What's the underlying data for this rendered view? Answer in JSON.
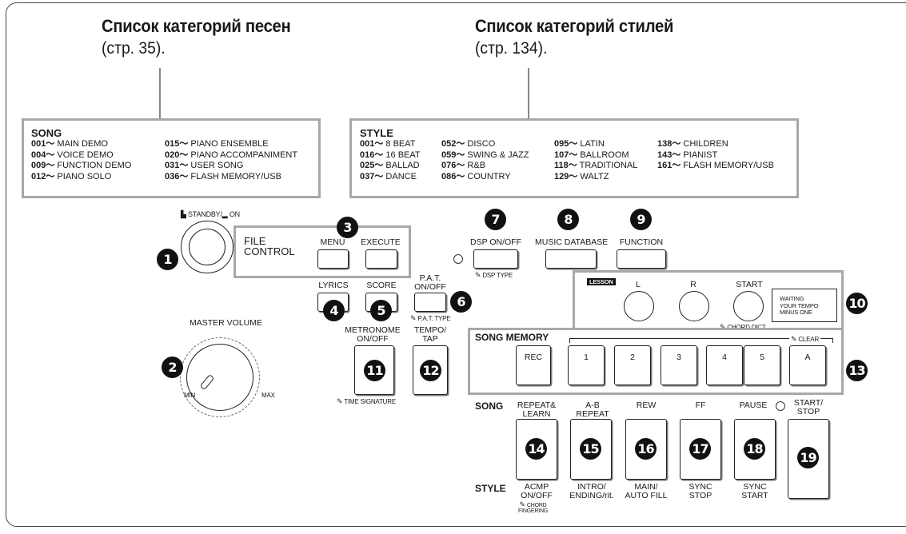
{
  "song_heading": "Список категорий песен",
  "song_heading_ref": "(стр. 35).",
  "style_heading": "Список категорий стилей",
  "style_heading_ref": "(стр. 134).",
  "song_list": {
    "title": "SONG",
    "items": [
      {
        "n": "001～",
        "t": "MAIN DEMO"
      },
      {
        "n": "004～",
        "t": "VOICE DEMO"
      },
      {
        "n": "009～",
        "t": "FUNCTION DEMO"
      },
      {
        "n": "012～",
        "t": "PIANO SOLO"
      },
      {
        "n": "015～",
        "t": "PIANO ENSEMBLE"
      },
      {
        "n": "020～",
        "t": "PIANO ACCOMPANIMENT"
      },
      {
        "n": "031～",
        "t": "USER SONG"
      },
      {
        "n": "036～",
        "t": "FLASH MEMORY/USB"
      }
    ]
  },
  "style_list": {
    "title": "STYLE",
    "items": [
      {
        "n": "001～",
        "t": "8 BEAT"
      },
      {
        "n": "016～",
        "t": "16 BEAT"
      },
      {
        "n": "025～",
        "t": "BALLAD"
      },
      {
        "n": "037～",
        "t": "DANCE"
      },
      {
        "n": "052～",
        "t": "DISCO"
      },
      {
        "n": "059～",
        "t": "SWING & JAZZ"
      },
      {
        "n": "076～",
        "t": "R&B"
      },
      {
        "n": "086～",
        "t": "COUNTRY"
      },
      {
        "n": "095～",
        "t": "LATIN"
      },
      {
        "n": "107～",
        "t": "BALLROOM"
      },
      {
        "n": "118～",
        "t": "TRADITIONAL"
      },
      {
        "n": "129～",
        "t": "WALTZ"
      },
      {
        "n": "138～",
        "t": "CHILDREN"
      },
      {
        "n": "143～",
        "t": "PIANIST"
      },
      {
        "n": "161～",
        "t": "FLASH MEMORY/USB"
      }
    ]
  },
  "labels": {
    "standby": "STANDBY/",
    "on": "ON",
    "master_volume": "MASTER VOLUME",
    "min": "MIN",
    "max": "MAX",
    "file": "FILE",
    "control": "CONTROL",
    "menu": "MENU",
    "execute": "EXECUTE",
    "lyrics": "LYRICS",
    "score": "SCORE",
    "pat_1": "P.A.T.",
    "pat_2": "ON/OFF",
    "pat_type": "P.A.T. TYPE",
    "dsp": "DSP ON/OFF",
    "dsp_type": "DSP TYPE",
    "music_db": "MUSIC DATABASE",
    "function": "FUNCTION",
    "lesson": "LESSON",
    "l": "L",
    "r": "R",
    "start": "START",
    "chord_dict": "CHORD DICT.",
    "waiting": "WAITING",
    "your_tempo": "YOUR TEMPO",
    "minus_one": "MINUS ONE",
    "metro_1": "METRONOME",
    "metro_2": "ON/OFF",
    "time_sig": "TIME SIGNATURE",
    "tempo_1": "TEMPO/",
    "tempo_2": "TAP",
    "song_memory": "SONG MEMORY",
    "rec": "REC",
    "m1": "1",
    "m2": "2",
    "m3": "3",
    "m4": "4",
    "m5": "5",
    "ma": "A",
    "clear": "CLEAR",
    "song": "SONG",
    "style": "STYLE",
    "rl_1": "REPEAT&",
    "rl_2": "LEARN",
    "ab_1": "A-B",
    "ab_2": "REPEAT",
    "rew": "REW",
    "ff": "FF",
    "pause": "PAUSE",
    "ss_1": "START/",
    "ss_2": "STOP",
    "acmp_1": "ACMP",
    "acmp_2": "ON/OFF",
    "chord_1": "CHORD",
    "chord_2": "FINGERING",
    "intro_1": "INTRO/",
    "intro_2": "ENDING/rit.",
    "main_1": "MAIN/",
    "main_2": "AUTO FILL",
    "sstop_1": "SYNC",
    "sstop_2": "STOP",
    "sstart_1": "SYNC",
    "sstart_2": "START"
  },
  "numbers": {
    "n1": "1",
    "n2": "2",
    "n3": "3",
    "n4": "4",
    "n5": "5",
    "n6": "6",
    "n7": "7",
    "n8": "8",
    "n9": "9",
    "n10": "10",
    "n11": "11",
    "n12": "12",
    "n13": "13",
    "n14": "14",
    "n15": "15",
    "n16": "16",
    "n17": "17",
    "n18": "18",
    "n19": "19"
  },
  "icons": {
    "pen": "pen-icon",
    "standby": "standby-symbol-icon"
  }
}
